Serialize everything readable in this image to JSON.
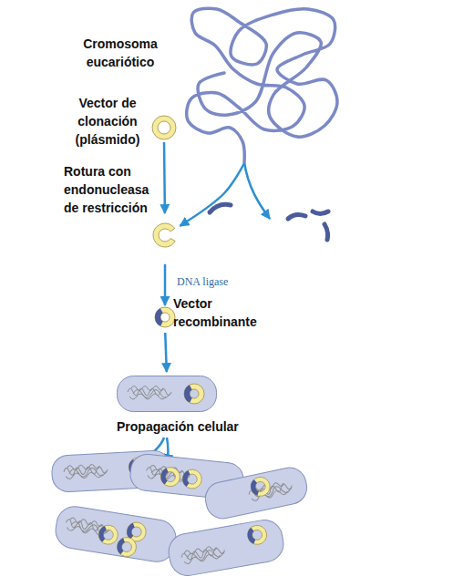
{
  "diagram": {
    "nodes": [
      {
        "text": [
          "Cromosoma eucariótico"
        ]
      },
      {
        "text": [
          "Vector de clonación (plásmido)"
        ]
      },
      {
        "text": [
          "Rotura con endonucleasa de restricción"
        ]
      },
      {
        "text": [
          "Vector recombinante"
        ]
      },
      {
        "text": [
          "Propagación celular"
        ]
      }
    ],
    "edges": [
      {
        "from": 1,
        "to": 2,
        "arrow": "to"
      },
      {
        "from": 0,
        "to": 2,
        "arrow": "to"
      },
      {
        "from": 2,
        "to": 3,
        "label": "DNA ligase",
        "arrow": "to"
      },
      {
        "from": 3,
        "to": 4,
        "arrow": "to"
      }
    ]
  }
}
